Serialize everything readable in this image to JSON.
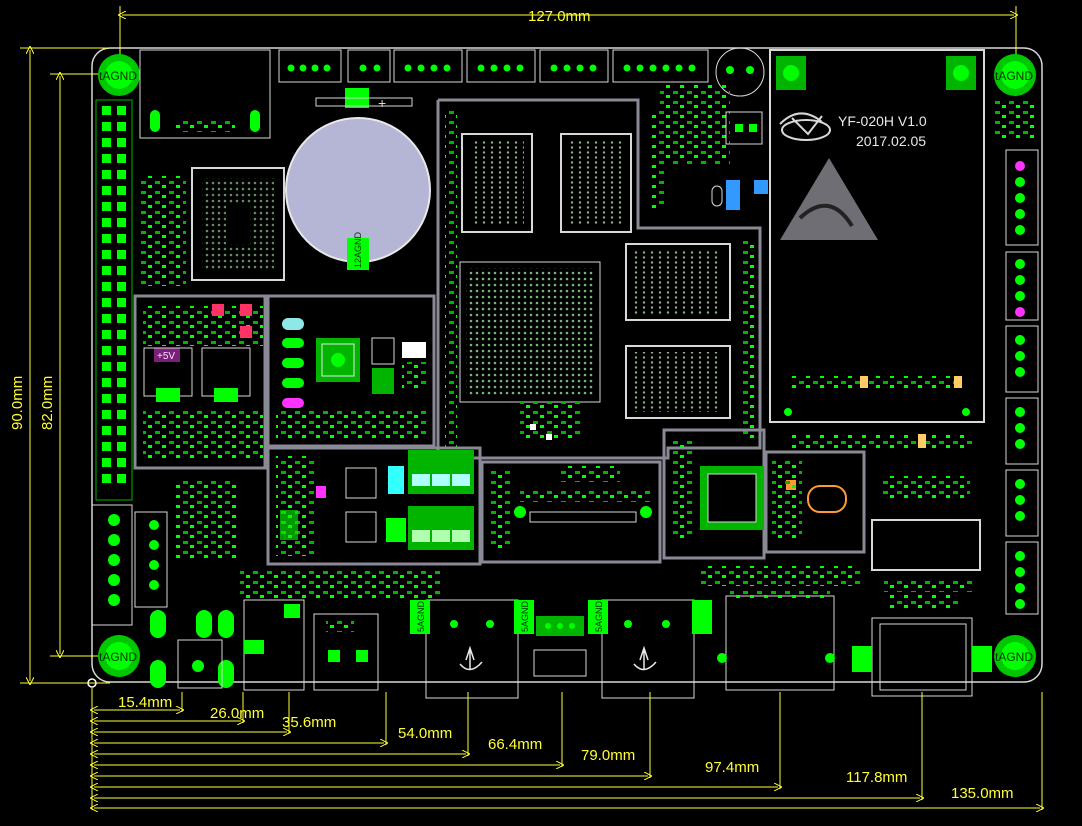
{
  "board": {
    "model": "YF-020H V1.0",
    "date": "2017.02.05",
    "plus_5v": "+5V"
  },
  "mount_label": "tAGND",
  "plug_labels": [
    "12AGND",
    "5AGND",
    "5AGND",
    "5AGND"
  ],
  "dims": {
    "top_width": "127.0mm",
    "left_outer": "90.0mm",
    "left_inner": "82.0mm",
    "bottom": [
      "15.4mm",
      "26.0mm",
      "35.6mm",
      "54.0mm",
      "66.4mm",
      "79.0mm",
      "97.4mm",
      "117.8mm",
      "135.0mm"
    ]
  },
  "colors": {
    "background": "#000000",
    "dimension": "#ffff33",
    "pad": "#00ff00",
    "copper": "#00b400",
    "silkscreen": "#d8d8d8",
    "keepout": "#8a8a96",
    "highlight": "#ff00ff"
  }
}
